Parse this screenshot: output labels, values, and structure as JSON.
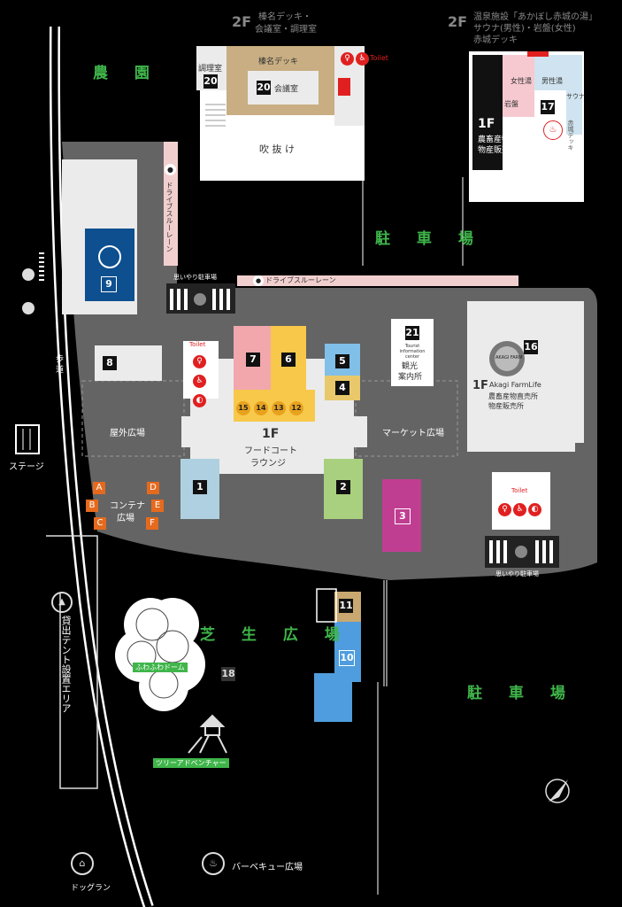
{
  "colors": {
    "background": "#000000",
    "ground": "#646464",
    "building": "#ebebeb",
    "green": "#3fb54a",
    "orange": "#e56a1e",
    "red": "#e02020",
    "pink": "#f2a7ad",
    "yellow": "#f7c84a",
    "blue": "#4f9dde",
    "navy": "#0d4f8f",
    "magenta": "#c03e92",
    "lightblue": "#aed0e0",
    "lightgreen": "#a9d07e"
  },
  "top": {
    "floor_mid": "2F",
    "mid_caption_1": "榛名デッキ・",
    "mid_caption_2": "会議室・調理室",
    "floor_right": "2F",
    "right_caption_1": "温泉施設「あかぼし赤城の湯」",
    "right_caption_2": "サウナ(男性)・岩盤(女性)",
    "right_caption_3": "赤城デッキ",
    "toilet": "Toilet"
  },
  "building2f": {
    "cooking_room": "調理室",
    "cooking_num": "20",
    "deck": "榛名デッキ",
    "meeting_num": "20",
    "meeting_room": "会議室",
    "atrium": "吹 抜 け"
  },
  "onsen": {
    "women_bath": "女性湯",
    "men_bath": "男性湯",
    "ganban": "岩盤",
    "sauna": "サウナ",
    "num": "17",
    "floor": "1F",
    "shop_1": "農畜産物直売所",
    "shop_2": "物産販売所",
    "deck_label": "赤城デッキ"
  },
  "areas": {
    "farm": "農 園",
    "parking_top": "駐 車 場",
    "parking_bottom": "駐 車 場",
    "lawn": "芝 生 広 場",
    "outdoor_plaza": "屋外広場",
    "market_plaza": "マーケット広場",
    "container_1": "コンテナ",
    "container_2": "広場",
    "sidewalk": "歩 道",
    "stage": "ステージ",
    "tent_area": "貸出テント設置エリア",
    "dogrun": "ドッグラン",
    "bbq": "バーベキュー広場",
    "drive_through_v": "ドライブスルーレーン",
    "drive_through_h": "ドライブスルーレーン",
    "omoiyari_top": "思いやり駐車場",
    "omoiyari_bottom": "思いやり駐車場",
    "fuwafuwa": "ふわふわドーム",
    "tree_adventure": "ツリーアドベンチャー"
  },
  "foodcourt": {
    "floor": "1F",
    "line1": "フードコート",
    "line2": "ラウンジ"
  },
  "shop": {
    "floor": "1F",
    "name": "Akagi FarmLife",
    "line1": "農畜産物直売所",
    "line2": "物産販売所",
    "num": "16",
    "seal": "AKAGI FARM"
  },
  "info": {
    "num": "21",
    "en": "Tourist information center",
    "ja_1": "観光",
    "ja_2": "案内所"
  },
  "numbers": {
    "n1": "1",
    "n2": "2",
    "n3": "3",
    "n4": "4",
    "n5": "5",
    "n6": "6",
    "n7": "7",
    "n8": "8",
    "n9": "9",
    "n10": "10",
    "n11": "11",
    "n18": "18"
  },
  "circles": [
    "15",
    "14",
    "13",
    "12"
  ],
  "letters": {
    "A": "A",
    "B": "B",
    "C": "C",
    "D": "D",
    "E": "E",
    "F": "F"
  }
}
